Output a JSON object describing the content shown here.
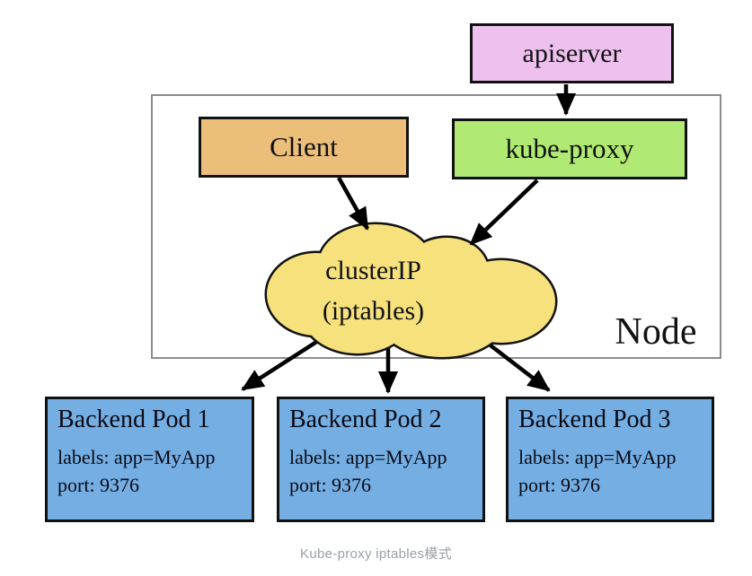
{
  "diagram": {
    "apiserver": {
      "label": "apiserver"
    },
    "client": {
      "label": "Client"
    },
    "kube_proxy": {
      "label": "kube-proxy"
    },
    "cluster_ip": {
      "line1": "clusterIP",
      "line2": "(iptables)"
    },
    "node": {
      "label": "Node"
    },
    "pods": [
      {
        "title": "Backend Pod 1",
        "labels": "labels: app=MyApp",
        "port": "port: 9376"
      },
      {
        "title": "Backend Pod 2",
        "labels": "labels: app=MyApp",
        "port": "port: 9376"
      },
      {
        "title": "Backend Pod 3",
        "labels": "labels: app=MyApp",
        "port": "port: 9376"
      }
    ],
    "caption": "Kube-proxy iptables模式",
    "colors": {
      "apiserver_fill": "#edc0ee",
      "client_fill": "#ebbe7a",
      "kube_proxy_fill": "#b0e973",
      "cloud_fill": "#f6e17c",
      "pod_fill": "#74aee3",
      "border_black": "#111111",
      "node_border": "#8c8c8c",
      "caption_color": "#9aa0a6",
      "arrow_color": "#000000"
    }
  }
}
